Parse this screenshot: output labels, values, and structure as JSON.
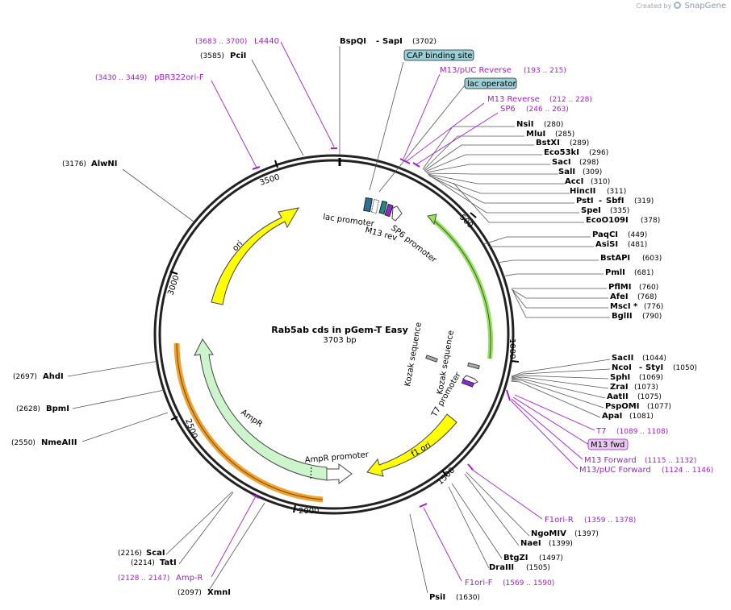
{
  "credit": {
    "prefix": "Created by",
    "brand": "SnapGene"
  },
  "plasmid": {
    "name": "Rab5ab cds in pGem-T Easy",
    "length": "3703 bp",
    "total": 3703
  },
  "ticks": [
    "500",
    "1000",
    "1500",
    "2000",
    "2500",
    "3000",
    "3500"
  ],
  "sites": [
    {
      "name": "BspQI",
      "name2": "SapI",
      "pos": "(3702)"
    },
    {
      "name": "PciI",
      "pos": "(3585)"
    },
    {
      "name": "AlwNI",
      "pos": "(3176)"
    },
    {
      "name": "NsiI",
      "pos": "(280)"
    },
    {
      "name": "MluI",
      "pos": "(285)"
    },
    {
      "name": "BstXI",
      "pos": "(289)"
    },
    {
      "name": "Eco53kI",
      "pos": "(296)"
    },
    {
      "name": "SacI",
      "pos": "(298)"
    },
    {
      "name": "SalI",
      "pos": "(309)"
    },
    {
      "name": "AccI",
      "pos": "(310)"
    },
    {
      "name": "HincII",
      "pos": "(311)"
    },
    {
      "name": "PstI",
      "name2": "SbfI",
      "pos": "(319)"
    },
    {
      "name": "SpeI",
      "pos": "(335)"
    },
    {
      "name": "EcoO109I",
      "pos": "(378)"
    },
    {
      "name": "PaqCI",
      "pos": "(449)"
    },
    {
      "name": "AsiSI",
      "pos": "(481)"
    },
    {
      "name": "BstAPI",
      "pos": "(603)"
    },
    {
      "name": "PmlI",
      "pos": "(681)"
    },
    {
      "name": "PflMI",
      "pos": "(760)"
    },
    {
      "name": "AfeI",
      "pos": "(768)"
    },
    {
      "name": "MscI *",
      "pos": "(776)"
    },
    {
      "name": "BglII",
      "pos": "(790)"
    },
    {
      "name": "SacII",
      "pos": "(1044)"
    },
    {
      "name": "NcoI",
      "name2": "StyI",
      "pos": "(1050)"
    },
    {
      "name": "SphI",
      "pos": "(1069)"
    },
    {
      "name": "ZraI",
      "pos": "(1073)"
    },
    {
      "name": "AatII",
      "pos": "(1075)"
    },
    {
      "name": "PspOMI",
      "pos": "(1077)"
    },
    {
      "name": "ApaI",
      "pos": "(1081)"
    },
    {
      "name": "NgoMIV",
      "pos": "(1397)"
    },
    {
      "name": "NaeI",
      "pos": "(1399)"
    },
    {
      "name": "BtgZI",
      "pos": "(1497)"
    },
    {
      "name": "DraIII",
      "pos": "(1505)"
    },
    {
      "name": "PsiI",
      "pos": "(1630)"
    },
    {
      "name": "XmnI",
      "pos": "(2097)"
    },
    {
      "name": "ScaI",
      "pos": "(2216)"
    },
    {
      "name": "TatI",
      "pos": "(2214)"
    },
    {
      "name": "NmeAIII",
      "pos": "(2550)"
    },
    {
      "name": "BpmI",
      "pos": "(2628)"
    },
    {
      "name": "AhdI",
      "pos": "(2697)"
    }
  ],
  "primers": [
    {
      "name": "L4440",
      "pos": "(3683 .. 3700)"
    },
    {
      "name": "pBR322ori-F",
      "pos": "(3430 .. 3449)"
    },
    {
      "name": "M13/pUC Reverse",
      "pos": "(193 .. 215)"
    },
    {
      "name": "M13 Reverse",
      "pos": "(212 .. 228)"
    },
    {
      "name": "SP6",
      "pos": "(246 .. 263)"
    },
    {
      "name": "T7",
      "pos": "(1089 .. 1108)"
    },
    {
      "name": "M13 fwd",
      "pos": ""
    },
    {
      "name": "M13 Forward",
      "pos": "(1115 .. 1132)"
    },
    {
      "name": "M13/pUC Forward",
      "pos": "(1124 .. 1146)"
    },
    {
      "name": "F1ori-R",
      "pos": "(1359 .. 1378)"
    },
    {
      "name": "F1ori-F",
      "pos": "(1569 .. 1590)"
    },
    {
      "name": "Amp-R",
      "pos": "(2128 .. 2147)"
    }
  ],
  "boxes": {
    "cap": "CAP binding site",
    "lacop": "lac operator"
  },
  "features": {
    "lac_promoter": "lac promoter",
    "m13_rev": "M13 rev",
    "sp6_promoter": "SP6  promoter",
    "kozak1": "Kozak sequence",
    "kozak2": "Kozak sequence",
    "t7_promoter": "T7 promoter",
    "ori": "ori",
    "ampr": "AmpR",
    "ampr_promoter": "AmpR promoter",
    "f1_ori": "f1 ori"
  },
  "colors": {
    "ori": "#ffff00",
    "ampr": "#ccf5cc",
    "f1ori": "#ffff00",
    "insert_orf": "#99dd66",
    "orange_arc": "#f0a030",
    "primer": "#a020c8",
    "box_fill": "#99d0d8",
    "lac": "#2e7090",
    "m13": "#1e8a8a",
    "sp6": "#8a2bd0"
  }
}
